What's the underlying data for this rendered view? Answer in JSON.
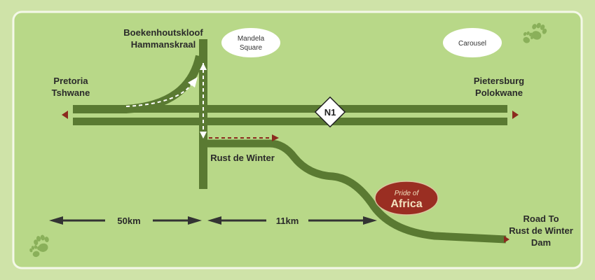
{
  "labels": {
    "north_line1": "Boekenhoutskloof",
    "north_line2": "Hammanskraal",
    "west_line1": "Pretoria",
    "west_line2": "Tshwane",
    "east_line1": "Pietersburg",
    "east_line2": "Polokwane",
    "rust": "Rust de Winter",
    "dam_line1": "Road To",
    "dam_line2": "Rust de Winter",
    "dam_line3": "Dam"
  },
  "bubbles": {
    "mandela_line1": "Mandela",
    "mandela_line2": "Square",
    "carousel": "Carousel"
  },
  "highway_badge": "N1",
  "logo": {
    "line1": "Pride of",
    "line2": "Africa"
  },
  "distances": {
    "first": "50km",
    "second": "11km"
  },
  "colors": {
    "background_outer": "#cfe3a8",
    "panel": "#b8d888",
    "road": "#5a7a32",
    "arrow_red": "#8b2a1e",
    "logo_bg": "#9a2e22",
    "paw": "#8ab05a"
  },
  "icons": [
    "paw-print-icon",
    "paw-print-icon"
  ]
}
